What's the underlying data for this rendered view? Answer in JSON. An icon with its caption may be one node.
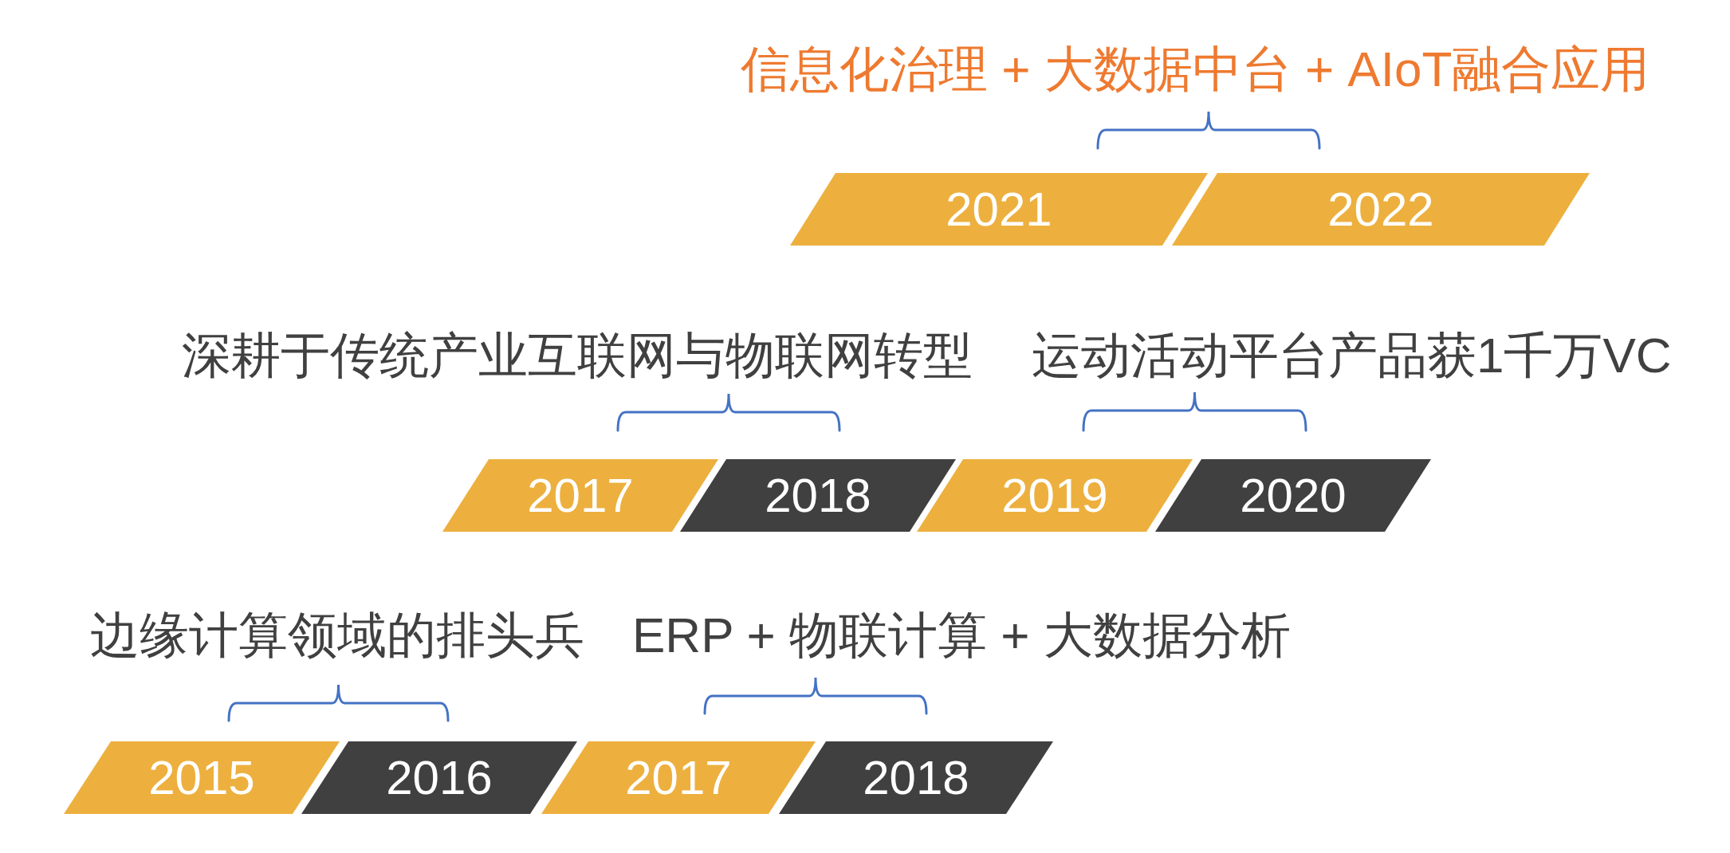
{
  "diagram": {
    "nodes": [
      {
        "text": [
          "2021"
        ]
      },
      {
        "text": [
          "2022"
        ]
      },
      {
        "text": [
          "2017"
        ]
      },
      {
        "text": [
          "2018"
        ]
      },
      {
        "text": [
          "2019"
        ]
      },
      {
        "text": [
          "2020"
        ]
      },
      {
        "text": [
          "2015"
        ]
      },
      {
        "text": [
          "2016"
        ]
      },
      {
        "text": [
          "2017"
        ]
      },
      {
        "text": [
          "2018"
        ]
      }
    ],
    "labels": [
      "信息化治理 + 大数据中台 + AIoT融合应用",
      "深耕于传统产业互联网与物联网转型",
      "运动活动平台产品获1千万VC",
      "边缘计算领域的排头兵",
      "ERP + 物联计算 + 大数据分析"
    ]
  }
}
